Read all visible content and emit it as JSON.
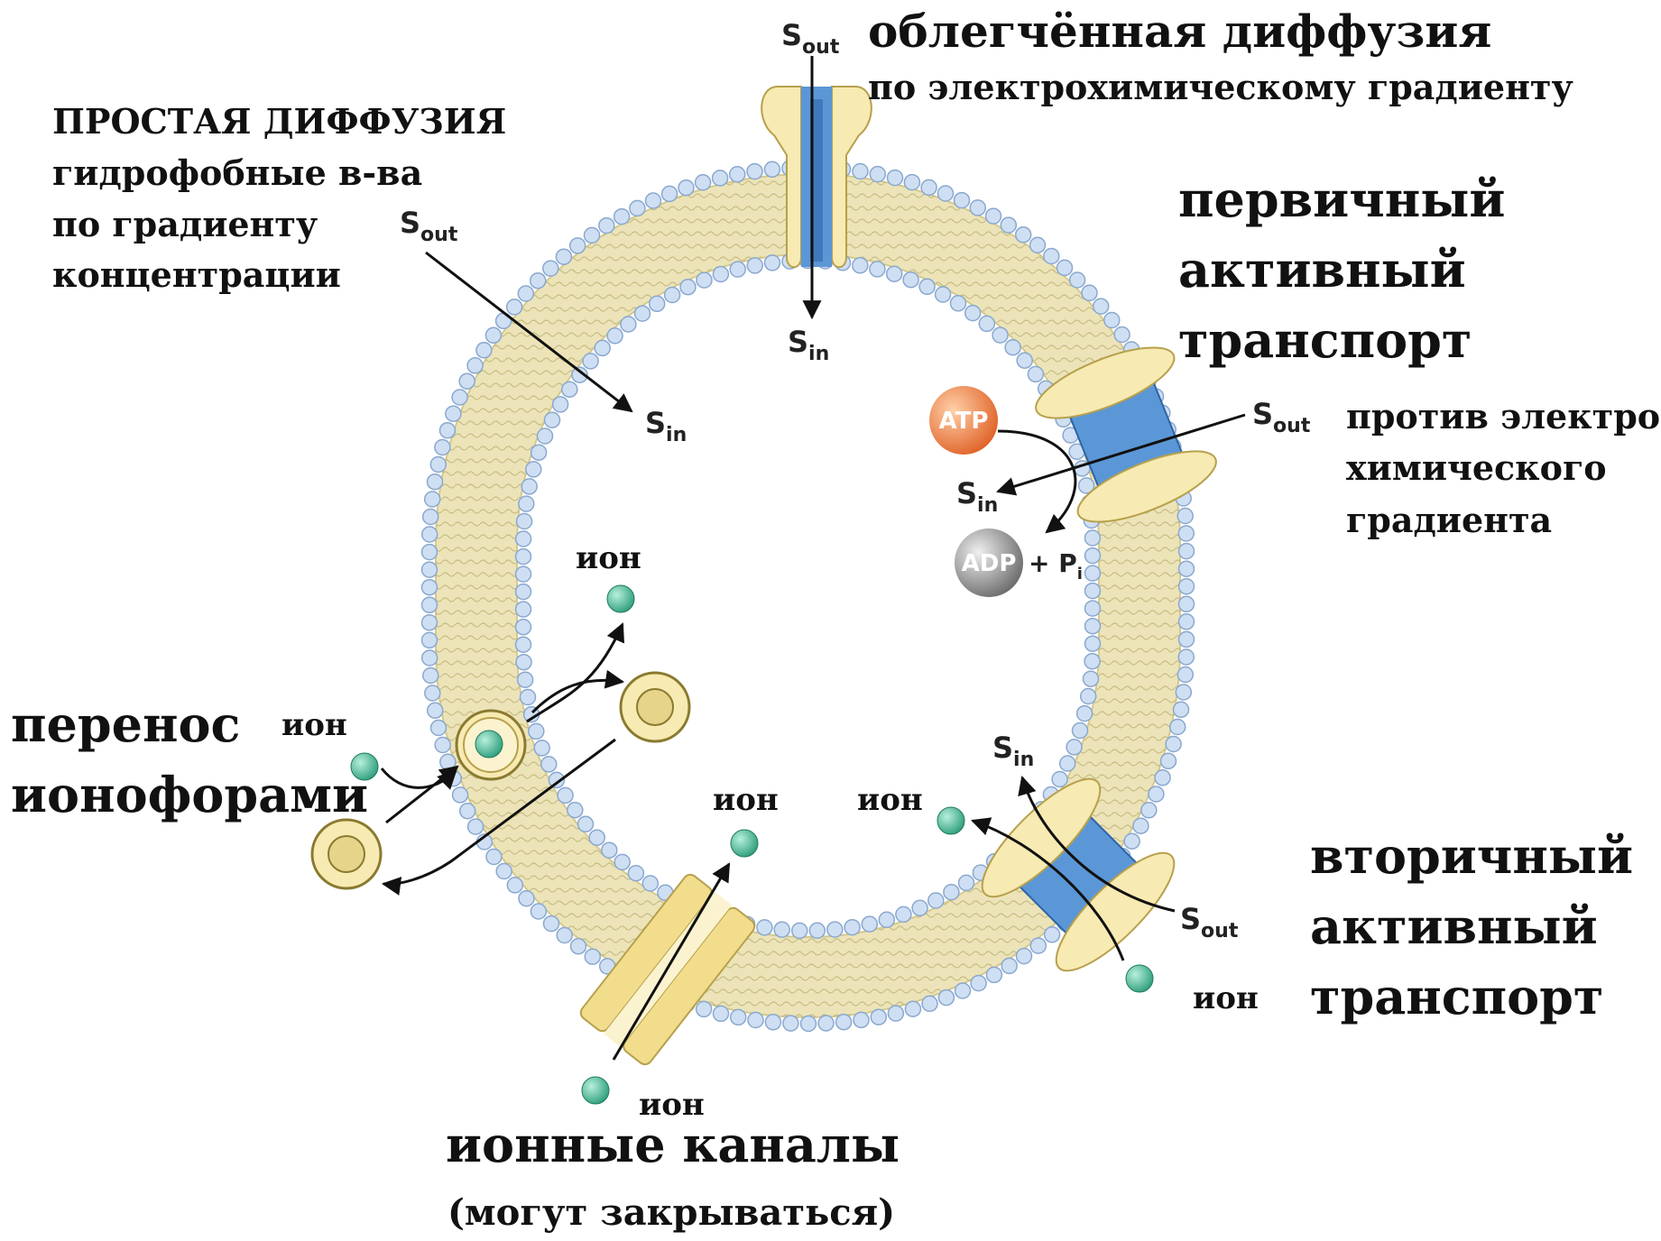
{
  "labels": {
    "simple_diffusion": [
      "ПРОСТАЯ ДИФФУЗИЯ",
      "гидрофобные в-ва",
      "по градиенту",
      "концентрации"
    ],
    "facilitated_diffusion": [
      "облегчённая диффузия",
      "по электрохимическому градиенту"
    ],
    "primary_active": [
      "первичный",
      "активный",
      "транспорт"
    ],
    "primary_note": [
      "против электро-",
      "химического",
      "градиента"
    ],
    "secondary_active": [
      "вторичный",
      "активный",
      "транспорт"
    ],
    "ionophore": [
      "перенос",
      "ионофорами"
    ],
    "ion_channels": [
      "ионные каналы",
      "(могут закрываться)"
    ]
  },
  "symbols": {
    "s": "S",
    "out_sub": "out",
    "in_sub": "in",
    "ion": "ион",
    "atp": "ATP",
    "adp": "ADP",
    "pi_prefix": "+ P",
    "pi_sub": "i"
  },
  "colors": {
    "membrane_fill": "#e8dfae",
    "lipid_head": "#cfdff3",
    "lipid_head_stroke": "#8aa8cf",
    "protein": "#f7eab2",
    "protein_stroke": "#b7a04c",
    "channel_blue": "#5b97d6",
    "ion": "#5cc2a0",
    "atp": "#ee8c4e",
    "adp": "#9a9a9a"
  }
}
